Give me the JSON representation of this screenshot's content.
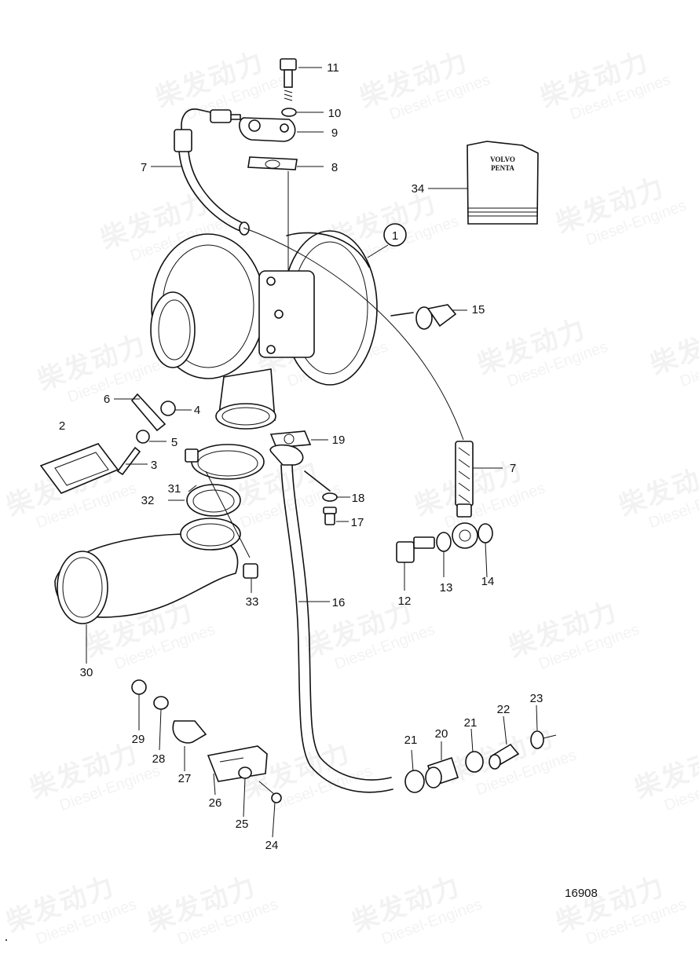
{
  "diagram_number": "16908",
  "box_brand_line1": "VOLVO",
  "box_brand_line2": "PENTA",
  "watermark": {
    "cn": "柴发动力",
    "en": "Diesel-Engines"
  },
  "callouts": {
    "c1": "1",
    "c2": "2",
    "c3": "3",
    "c4": "4",
    "c5": "5",
    "c6": "6",
    "c7a": "7",
    "c7b": "7",
    "c8": "8",
    "c9": "9",
    "c10": "10",
    "c11": "11",
    "c12": "12",
    "c13": "13",
    "c14": "14",
    "c15": "15",
    "c16": "16",
    "c17": "17",
    "c18": "18",
    "c19": "19",
    "c20": "20",
    "c21a": "21",
    "c21b": "21",
    "c22": "22",
    "c23": "23",
    "c24": "24",
    "c25": "25",
    "c26": "26",
    "c27": "27",
    "c28": "28",
    "c29": "29",
    "c30": "30",
    "c31": "31",
    "c32": "32",
    "c33": "33",
    "c34": "34"
  }
}
